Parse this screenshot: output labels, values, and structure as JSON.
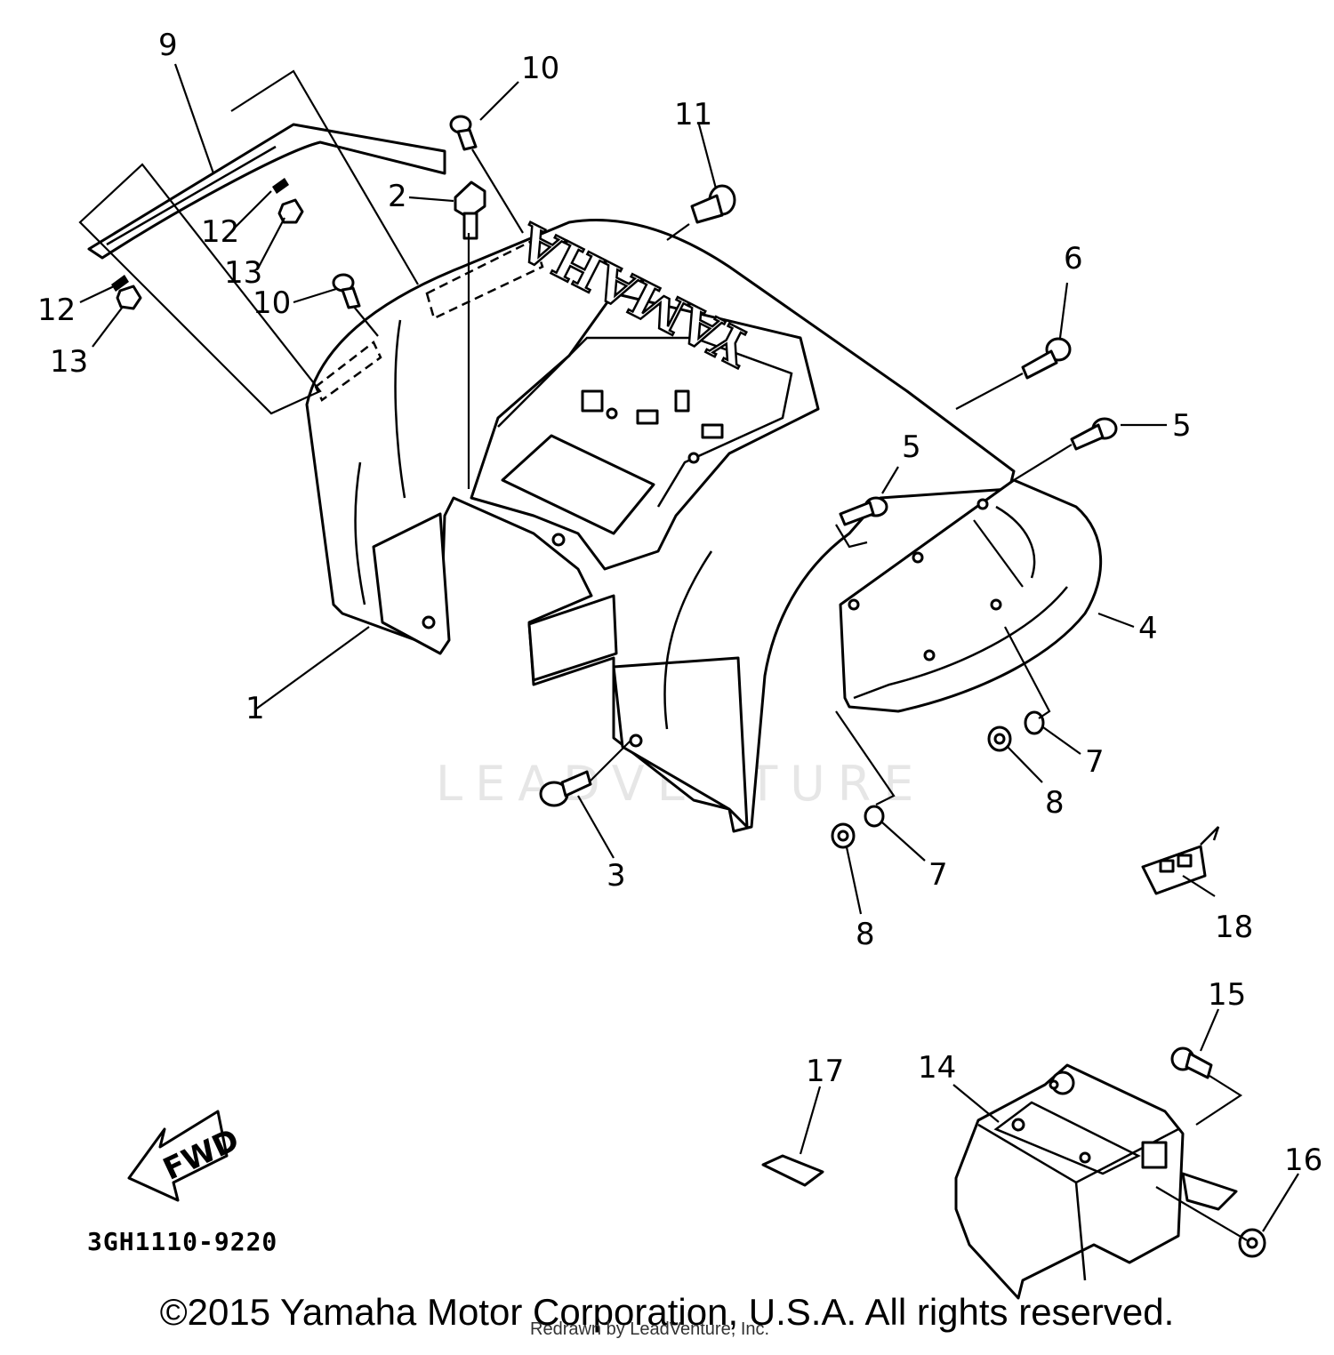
{
  "diagram": {
    "brand_embossed": "YAMAHA",
    "watermark": "LEADVENTURE",
    "fwd_label": "FWD",
    "part_number": "3GH1110-9220",
    "copyright": "©2015 Yamaha Motor Corporation, U.S.A. All rights reserved.",
    "redraw_credit": "Redrawn by LeadVenture, Inc.",
    "callouts": [
      {
        "id": "1",
        "label": "1"
      },
      {
        "id": "2",
        "label": "2"
      },
      {
        "id": "3",
        "label": "3"
      },
      {
        "id": "4",
        "label": "4"
      },
      {
        "id": "5a",
        "label": "5"
      },
      {
        "id": "5b",
        "label": "5"
      },
      {
        "id": "6",
        "label": "6"
      },
      {
        "id": "7a",
        "label": "7"
      },
      {
        "id": "7b",
        "label": "7"
      },
      {
        "id": "8a",
        "label": "8"
      },
      {
        "id": "8b",
        "label": "8"
      },
      {
        "id": "9",
        "label": "9"
      },
      {
        "id": "10a",
        "label": "10"
      },
      {
        "id": "10b",
        "label": "10"
      },
      {
        "id": "11",
        "label": "11"
      },
      {
        "id": "12a",
        "label": "12"
      },
      {
        "id": "12b",
        "label": "12"
      },
      {
        "id": "13a",
        "label": "13"
      },
      {
        "id": "13b",
        "label": "13"
      },
      {
        "id": "14",
        "label": "14"
      },
      {
        "id": "15",
        "label": "15"
      },
      {
        "id": "16",
        "label": "16"
      },
      {
        "id": "17",
        "label": "17"
      },
      {
        "id": "18",
        "label": "18"
      }
    ]
  }
}
